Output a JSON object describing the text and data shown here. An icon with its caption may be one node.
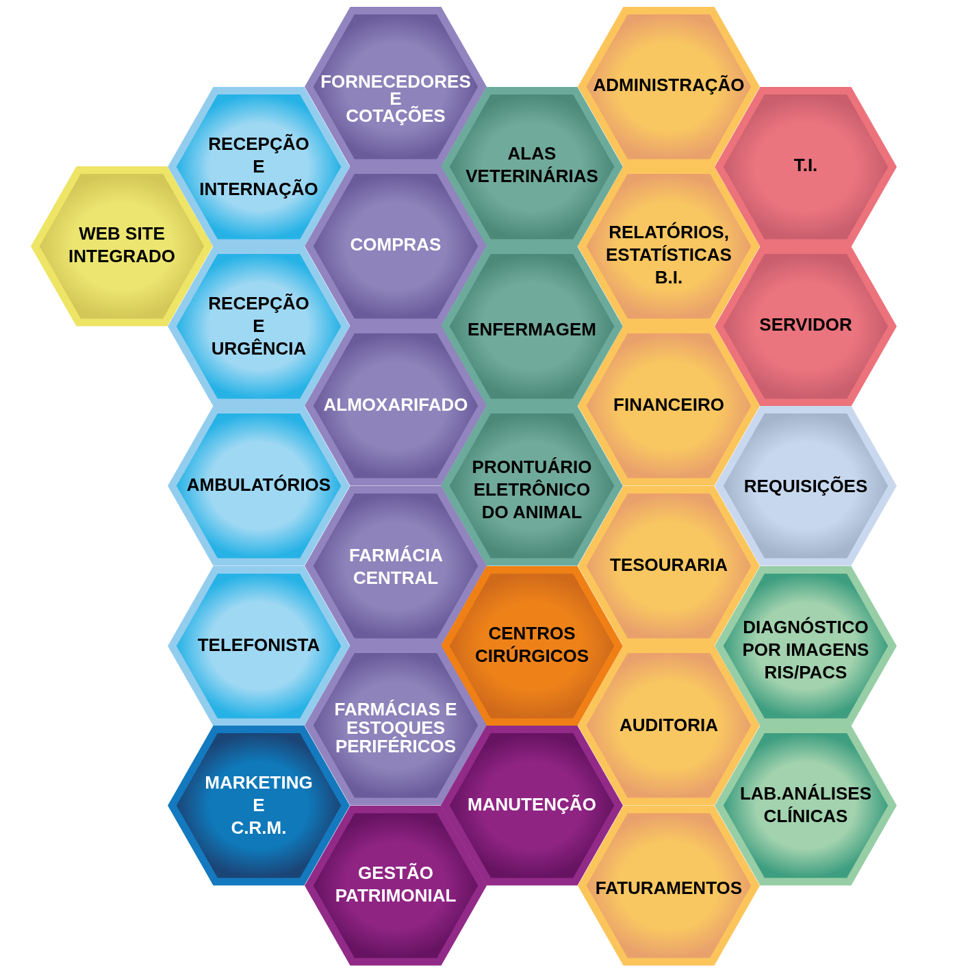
{
  "diagram": {
    "nodes": [
      {
        "text": [
          "FORNECEDORES E COTAÇÕES"
        ]
      },
      {
        "text": [
          "ADMINISTRAÇÃO"
        ]
      },
      {
        "text": [
          "RECEPÇÃO E INTERNAÇÃO"
        ]
      },
      {
        "text": [
          "ALAS VETERINÁRIAS"
        ]
      },
      {
        "text": [
          "T.I."
        ]
      },
      {
        "text": [
          "WEB SITE INTEGRADO"
        ]
      },
      {
        "text": [
          "COMPRAS"
        ]
      },
      {
        "text": [
          "RELATÓRIOS, ESTATÍSTICAS B.I."
        ]
      },
      {
        "text": [
          "RECEPÇÃO E URGÊNCIA"
        ]
      },
      {
        "text": [
          "ENFERMAGEM"
        ]
      },
      {
        "text": [
          "SERVIDOR"
        ]
      },
      {
        "text": [
          "ALMOXARIFADO"
        ]
      },
      {
        "text": [
          "FINANCEIRO"
        ]
      },
      {
        "text": [
          "AMBULATÓRIOS"
        ]
      },
      {
        "text": [
          "PRONTUÁRIO ELETRÔNICO DO ANIMAL"
        ]
      },
      {
        "text": [
          "REQUISIÇÕES"
        ]
      },
      {
        "text": [
          "FARMÁCIA CENTRAL"
        ]
      },
      {
        "text": [
          "TESOURARIA"
        ]
      },
      {
        "text": [
          "TELEFONISTA"
        ]
      },
      {
        "text": [
          "CENTROS CIRÚRGICOS"
        ]
      },
      {
        "text": [
          "DIAGNÓSTICO POR IMAGENS RIS/PACS"
        ]
      },
      {
        "text": [
          "FARMÁCIAS E ESTOQUES PERIFÉRICOS"
        ]
      },
      {
        "text": [
          "AUDITORIA"
        ]
      },
      {
        "text": [
          "MARKETING E C.R.M."
        ]
      },
      {
        "text": [
          "MANUTENÇÃO"
        ]
      },
      {
        "text": [
          "LAB.ANÁLISES CLÍNICAS"
        ]
      },
      {
        "text": [
          "GESTÃO PATRIMONIAL"
        ]
      },
      {
        "text": [
          "FATURAMENTOS"
        ]
      }
    ]
  }
}
